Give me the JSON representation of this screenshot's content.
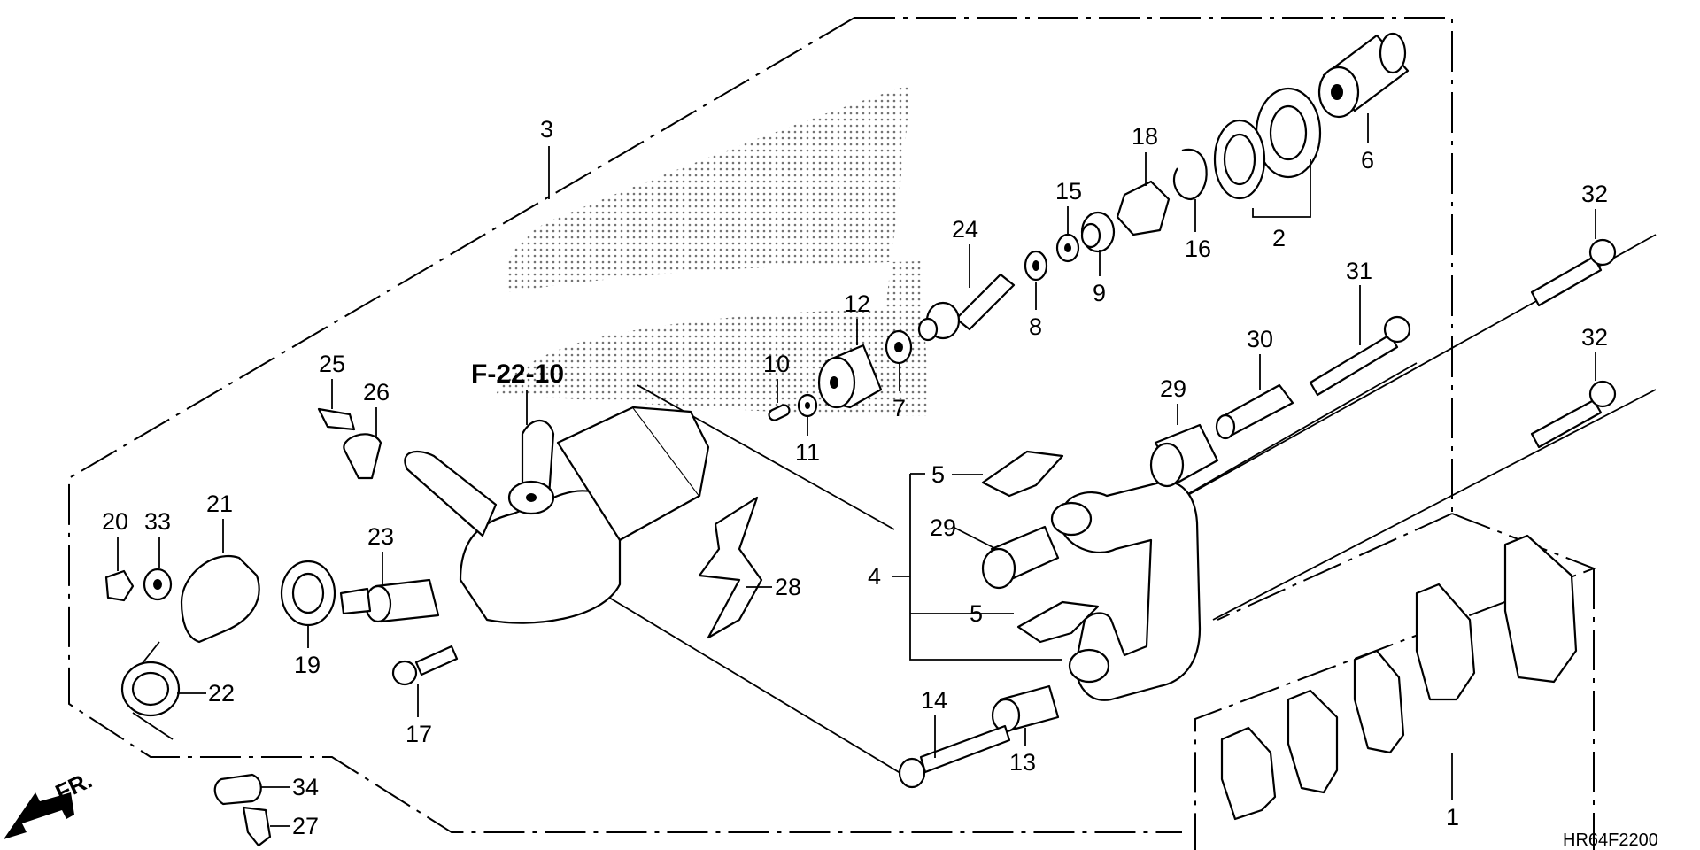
{
  "reference": "F-22-10",
  "diagram_code": "HR64F2200",
  "direction_label": "FR.",
  "parts": [
    "1",
    "2",
    "3",
    "4",
    "5",
    "5",
    "6",
    "7",
    "8",
    "9",
    "10",
    "11",
    "12",
    "13",
    "14",
    "15",
    "16",
    "17",
    "18",
    "19",
    "20",
    "21",
    "22",
    "23",
    "24",
    "25",
    "26",
    "27",
    "28",
    "29",
    "29",
    "30",
    "31",
    "32",
    "32",
    "33",
    "34"
  ]
}
